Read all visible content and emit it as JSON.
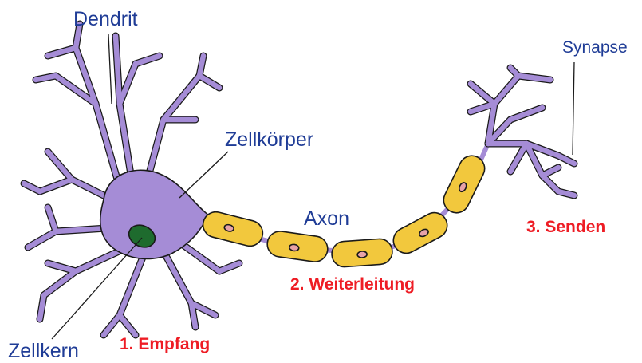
{
  "labels": {
    "dendrit": "Dendrit",
    "zellkoerper": "Zellkörper",
    "axon": "Axon",
    "synapse": "Synapse",
    "zellkern": "Zellkern",
    "empfang": "1. Empfang",
    "weiterleitung": "2. Weiterleitung",
    "senden": "3. Senden"
  },
  "colors": {
    "neuron": "#a58cd6",
    "myelin": "#f2c83d",
    "nucleus": "#1e6b2e",
    "node_nucleus": "#e8a2a8",
    "label_blue": "#1f3c96",
    "label_red": "#ee1c24"
  }
}
